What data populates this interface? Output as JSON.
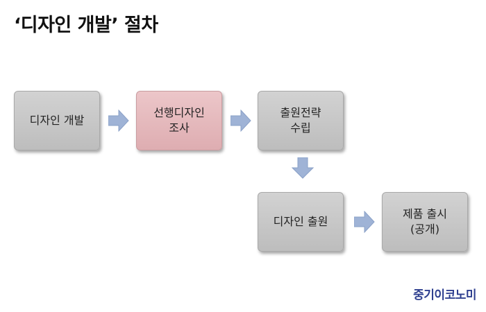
{
  "title": "‘디자인 개발’ 절차",
  "steps": {
    "design_dev": {
      "lines": [
        "디자인 개발"
      ]
    },
    "prior_search": {
      "lines": [
        "선행디자인",
        "조사"
      ],
      "highlighted": true
    },
    "strategy": {
      "lines": [
        "출원전략",
        "수립"
      ]
    },
    "filing": {
      "lines": [
        "디자인 출원"
      ]
    },
    "launch": {
      "lines": [
        "제품 출시",
        "(공개)"
      ]
    }
  },
  "arrow_color": "#9fb3d6",
  "box_color": "#c6c6c6",
  "highlight_color": "#e6b9bd",
  "watermark": "중기이코노미"
}
